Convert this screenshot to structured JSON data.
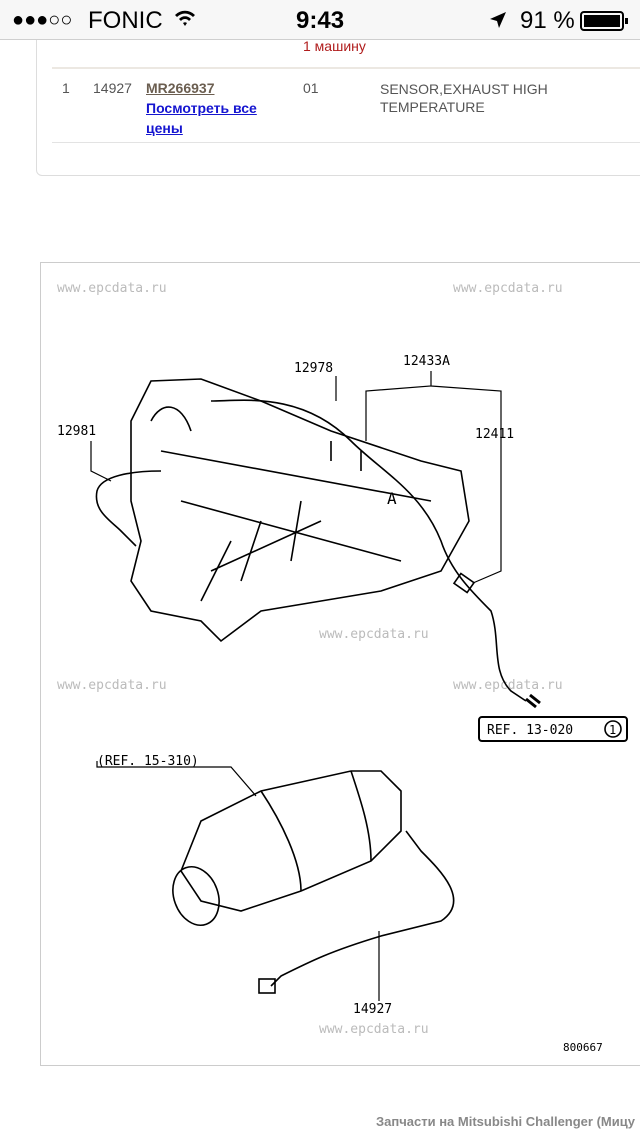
{
  "status_bar": {
    "signal": "●●●○○",
    "carrier": "FONIC",
    "time": "9:43",
    "battery": "91 %"
  },
  "table": {
    "prev_row_tail": "1 машину",
    "rows": [
      {
        "num": "1",
        "ref": "14927",
        "part_number": "MR266937",
        "prices_link": "Посмотреть все цены",
        "qty": "01",
        "description": "SENSOR,EXHAUST HIGH TEMPERATURE"
      }
    ]
  },
  "diagram": {
    "watermark": "www.epcdata.ru",
    "labels": {
      "l12978": "12978",
      "l12433a": "12433A",
      "l12981": "12981",
      "l12411": "12411",
      "lA": "A",
      "ref13": "REF. 13-020",
      "ref13_circle": "1",
      "ref15": "(REF. 15-310)",
      "l14927": "14927",
      "code": "800667"
    }
  },
  "footer": {
    "text": "Запчасти на Mitsubishi Challenger (Мицу"
  }
}
